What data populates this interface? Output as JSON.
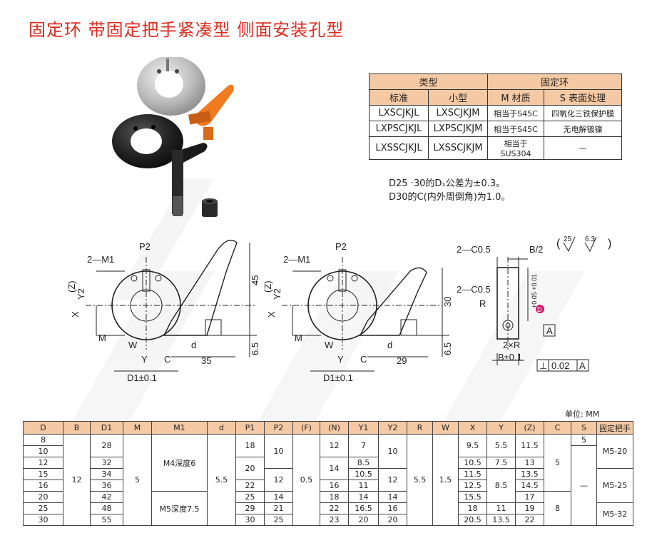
{
  "title": "固定环 带固定把手紧凑型 侧面安装孔型",
  "colors": {
    "title": "#e02a20",
    "header_bg": "#f5c9a4",
    "orange_handle": "#f07a1e"
  },
  "type_table": {
    "group_type": "类型",
    "group_ring": "固定环",
    "col_standard": "标准",
    "col_small": "小型",
    "col_material": "M 材质",
    "col_surface": "S 表面处理",
    "rows": [
      {
        "standard": "LXSCJKJL",
        "small": "LXSCJKJM",
        "material": "相当于S45C",
        "surface": "四氧化三铁保护膜"
      },
      {
        "standard": "LXPSCJKJL",
        "small": "LXPSCJKJM",
        "material": "相当于S45C",
        "surface": "无电解镀镍"
      },
      {
        "standard": "LXSSCJKJL",
        "small": "LXSSCJKJM",
        "material": "相当于SUS304",
        "surface": "—"
      }
    ]
  },
  "notes": [
    "D25 ·30的D₁公差为±0.3。",
    "D30的C(内外周倒角)为1.0。"
  ],
  "drawing_labels": {
    "p2": "P2",
    "m1": "2—M1",
    "z": "(Z)",
    "y2": "Y2",
    "x": "X",
    "m": "M",
    "w": "W",
    "y": "Y",
    "c": "C",
    "d": "d",
    "d1": "D1±0.1",
    "dim45": "45",
    "dim35": "35",
    "dim30": "30",
    "dim29": "29",
    "dim65": "6.5",
    "c05a": "2—C0.5",
    "c05b": "2—C0.5",
    "b2": "B/2",
    "r": "R",
    "r2": "2×R",
    "b01": "B±0.1",
    "flat": "0.02",
    "datum": "A",
    "tol": "+0.05\n+0.01",
    "rough1": "25",
    "rough2": "6.3",
    "rough_small": "6.3"
  },
  "unit": "单位: MM",
  "spec_table": {
    "headers": [
      "D",
      "B",
      "D1",
      "M",
      "M1",
      "d",
      "P1",
      "P2",
      "(F)",
      "(N)",
      "Y1",
      "Y2",
      "R",
      "W",
      "X",
      "Y",
      "(Z)",
      "C",
      "S",
      "固定把手"
    ],
    "D": [
      "8",
      "10",
      "12",
      "15",
      "16",
      "20",
      "25",
      "30"
    ],
    "B": "12",
    "D1": [
      "28",
      "32",
      "34",
      "36",
      "42",
      "48",
      "55"
    ],
    "M": "5",
    "M1": [
      "M4深度6",
      "M5深度7.5"
    ],
    "d": "5.5",
    "P1": [
      "18",
      "20",
      "22",
      "25",
      "29",
      "30"
    ],
    "P2": [
      "10",
      "12",
      "14",
      "21",
      "25"
    ],
    "F": "0.5",
    "N": [
      "12",
      "14",
      "16",
      "18",
      "22",
      "23"
    ],
    "Y1": [
      "7",
      "8.5",
      "10.5",
      "11",
      "14",
      "16.5",
      "20"
    ],
    "Y2": [
      "10",
      "12",
      "14",
      "16",
      "20"
    ],
    "R": "5.5",
    "W": "1.5",
    "X": [
      "9.5",
      "10.5",
      "11.5",
      "12.5",
      "15.5",
      "18",
      "20.5"
    ],
    "Y": [
      "5.5",
      "7.5",
      "8.5",
      "11",
      "13.5"
    ],
    "Z": [
      "11.5",
      "13",
      "13.5",
      "14.5",
      "17",
      "19",
      "22"
    ],
    "C": [
      "5",
      "8"
    ],
    "S": [
      "5",
      "—"
    ],
    "handle": [
      "M5-20",
      "M5-25",
      "M5-32"
    ]
  }
}
